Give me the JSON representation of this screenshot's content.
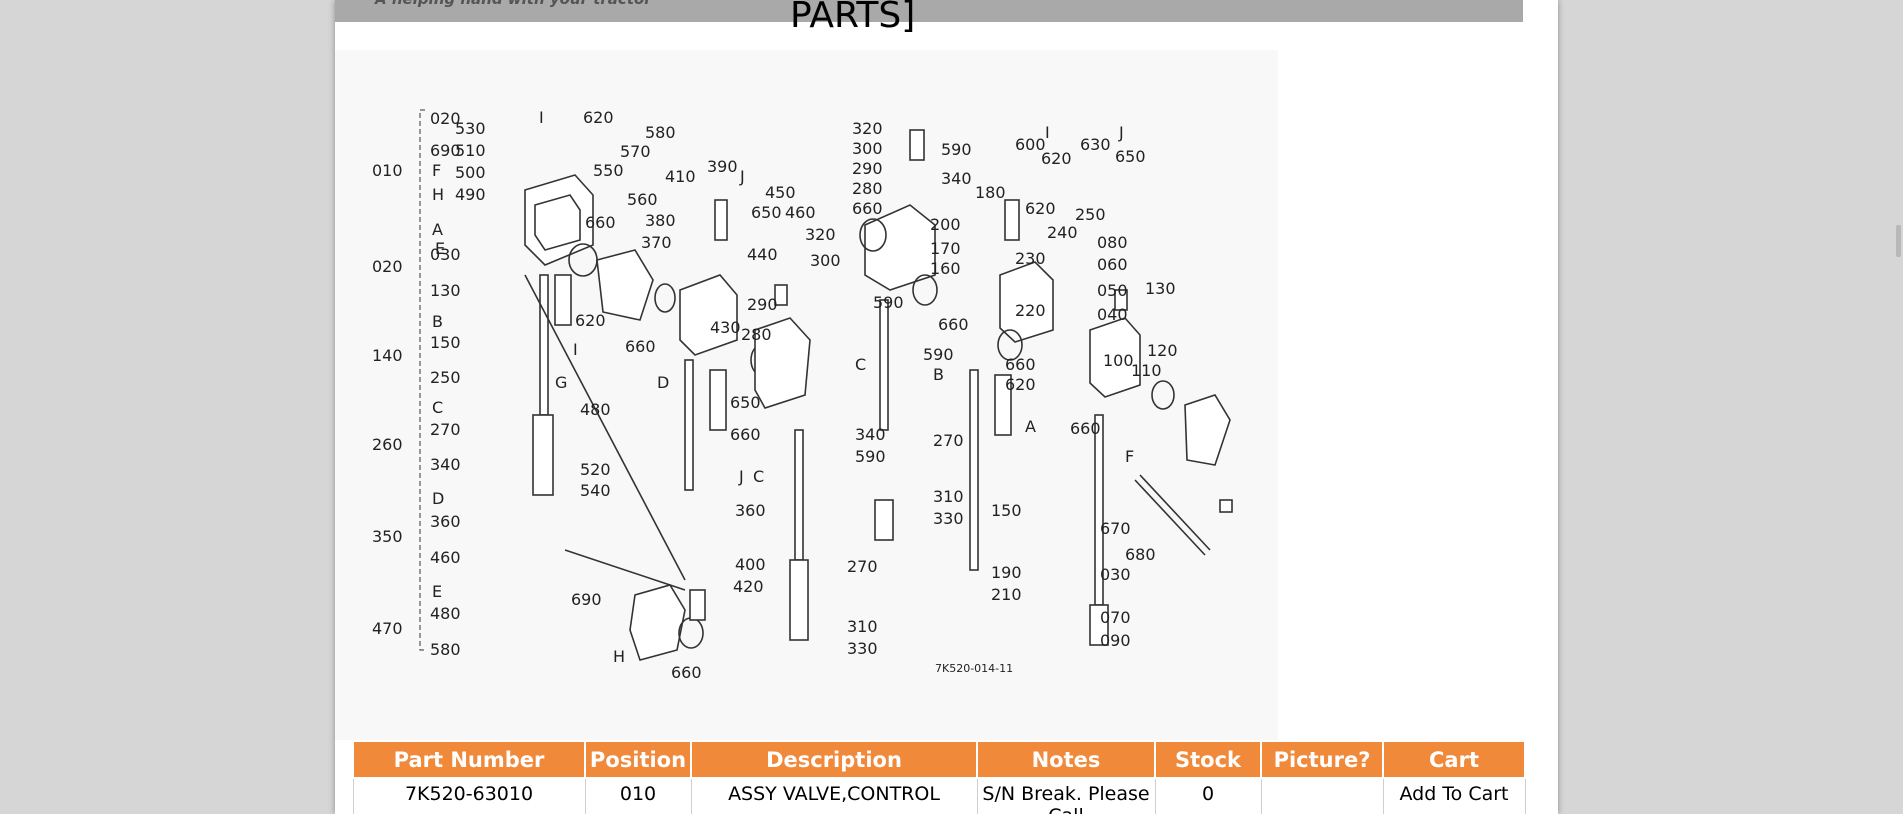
{
  "header": {
    "tagline": "A helping hand with your tractor",
    "title_fragment": "PARTS]"
  },
  "diagram": {
    "code": "7K520-014-11",
    "group_ranges": [
      {
        "id": "010",
        "from": "020",
        "letter": "F",
        "to": "690",
        "letter2": "H"
      },
      {
        "id": "020",
        "from": "030",
        "letter": "A",
        "to": "130"
      },
      {
        "id": "140",
        "from": "150",
        "letter": "B",
        "to": "250"
      },
      {
        "id": "260",
        "from": "270",
        "letter": "C",
        "to": "340"
      },
      {
        "id": "350",
        "from": "360",
        "letter": "D",
        "to": "460"
      },
      {
        "id": "470",
        "from": "480",
        "letter": "E",
        "to": "580"
      }
    ],
    "labels": [
      "530",
      "510",
      "500",
      "490",
      "620",
      "580",
      "570",
      "550",
      "560",
      "660",
      "620",
      "410",
      "390",
      "650",
      "450",
      "460",
      "380",
      "370",
      "440",
      "320",
      "300",
      "290",
      "430",
      "280",
      "660",
      "650",
      "660",
      "480",
      "520",
      "540",
      "360",
      "400",
      "420",
      "690",
      "660",
      "320",
      "300",
      "290",
      "280",
      "660",
      "590",
      "340",
      "590",
      "660",
      "590",
      "270",
      "310",
      "330",
      "340",
      "590",
      "270",
      "310",
      "330",
      "180",
      "200",
      "170",
      "160",
      "620",
      "240",
      "250",
      "230",
      "080",
      "060",
      "050",
      "040",
      "220",
      "130",
      "120",
      "110",
      "100",
      "660",
      "620",
      "660",
      "150",
      "190",
      "210",
      "670",
      "680",
      "030",
      "070",
      "090",
      "600",
      "630",
      "620",
      "650"
    ]
  },
  "table": {
    "headers": [
      "Part Number",
      "Position",
      "Description",
      "Notes",
      "Stock",
      "Picture?",
      "Cart"
    ],
    "rows": [
      {
        "part_number": "7K520-63010",
        "position": "010",
        "description": "ASSY VALVE,CONTROL",
        "notes": "S/N Break. Please Call",
        "stock": "0",
        "picture": "",
        "cart": "Add To Cart"
      }
    ]
  },
  "colors": {
    "table_header": "#f0893a",
    "page_background": "#d6d6d6"
  }
}
